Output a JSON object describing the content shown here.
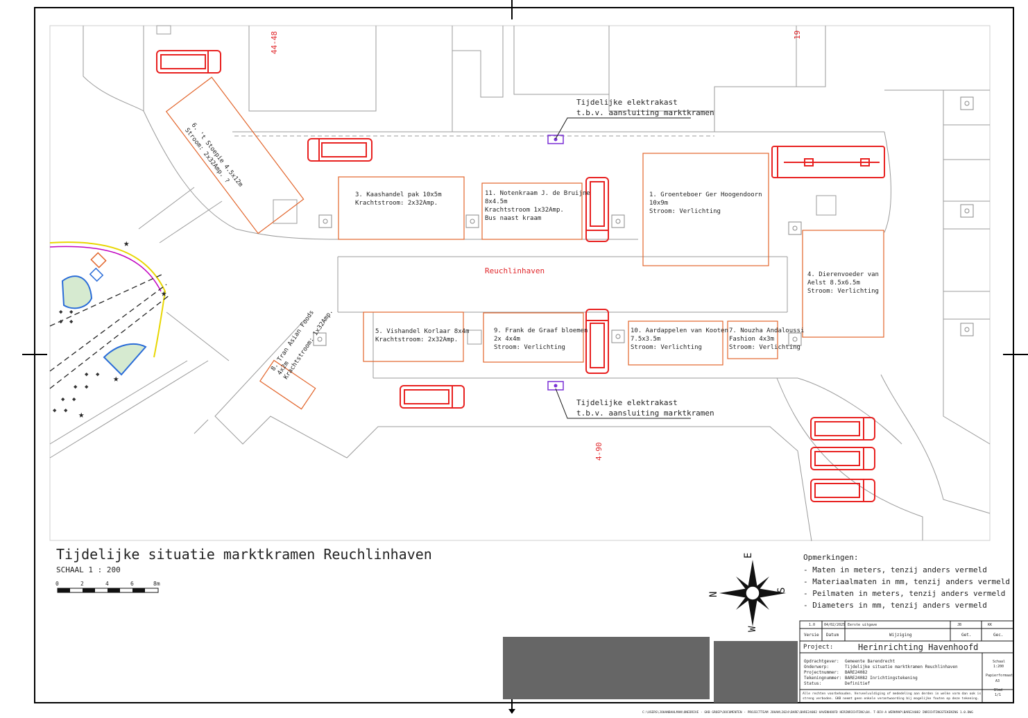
{
  "title": "Tijdelijke situatie marktkramen Reuchlinhaven",
  "scale_label": "SCHAAL 1 : 200",
  "scale_ticks": [
    "0",
    "2",
    "4",
    "6",
    "8m"
  ],
  "street_name": "Reuchlinhaven",
  "house_numbers": [
    "44-48",
    "19",
    "4-90"
  ],
  "elektrakast_notes": [
    {
      "line1": "Tijdelijke elektrakast",
      "line2": "t.b.v. aansluiting marktkramen"
    },
    {
      "line1": "Tijdelijke elektrakast",
      "line2": "t.b.v. aansluiting marktkramen"
    }
  ],
  "stalls": [
    {
      "lines": [
        "1. Groenteboer Ger Hoogendoorn",
        "10x9m",
        "Stroom: Verlichting"
      ]
    },
    {
      "lines": [
        "3. Kaashandel pak 10x5m",
        "Krachtstroom: 2x32Amp."
      ]
    },
    {
      "lines": [
        "11. Notenkraam J. de Bruijne",
        "8x4.5m",
        "Krachtstroom 1x32Amp.",
        "Bus naast kraam"
      ]
    },
    {
      "lines": [
        "4. Dierenvoeder van",
        "Aelst 8.5x6.5m",
        "Stroom: Verlichting"
      ]
    },
    {
      "lines": [
        "5. Vishandel Korlaar 8x4m",
        "Krachtstroom: 2x32Amp."
      ]
    },
    {
      "lines": [
        "9. Frank de Graaf bloemen",
        "2x 4x4m",
        "Stroom: Verlichting"
      ]
    },
    {
      "lines": [
        "10. Aardappelen van Kooten",
        "7.5x3.5m",
        "Stroom: Verlichting"
      ]
    },
    {
      "lines": [
        "7. Nouzha Andaloussi",
        "Fashion 4x3m",
        "Stroom: Verlichting"
      ]
    },
    {
      "lines": [
        "6. 't Stoepie 4.5x12m",
        "Stroom: 2x32Amp. ?"
      ]
    },
    {
      "lines": [
        "8. Tran Asian Foods",
        "4x2m",
        "Krachtstroom: 1x32Amp."
      ]
    }
  ],
  "remarks": {
    "heading": "Opmerkingen:",
    "items": [
      "- Maten in meters, tenzij anders vermeld",
      "- Materiaalmaten in mm, tenzij anders vermeld",
      "- Peilmaten in meters, tenzij anders vermeld",
      "- Diameters in mm, tenzij anders vermeld"
    ]
  },
  "compass": {
    "n": "N",
    "e": "E",
    "s": "S",
    "w": "W"
  },
  "title_block": {
    "revision_row": [
      "1.0",
      "04/02/2025",
      "Eerste uitgave",
      "JB",
      "KK"
    ],
    "revision_headers": [
      "Versie",
      "Datum",
      "Wijziging",
      "Get.",
      "Gec."
    ],
    "project_label": "Project:",
    "project_name": "Herinrichting Havenhoofd",
    "fields": [
      {
        "label": "Opdrachtgever:",
        "value": "Gemeente Barendrecht"
      },
      {
        "label": "Onderwerp:",
        "value": "Tijdelijke situatie marktkramen Reuchlinhaven"
      },
      {
        "label": "Projectnummer:",
        "value": "BARE24082"
      },
      {
        "label": "Tekeningnummer:",
        "value": "BARE24082 Inrichtingstekening"
      },
      {
        "label": "Status:",
        "value": "Definitief"
      }
    ],
    "side": [
      {
        "label": "Schaal",
        "value": "1:200"
      },
      {
        "label": "Papierformaat",
        "value": "A3"
      },
      {
        "label": "Blad",
        "value": "1/1"
      }
    ],
    "disclaimer1": "Alle rechten voorbehouden. Verveelvuldiging of mededeling aan derden in welke vorm dan ook is",
    "disclaimer2": "streng verboden. GKB neemt geen enkele verantwoording bij mogelijke fouten op deze tekening."
  },
  "file_path": "C:\\USERS\\JOHANBAHLMAN\\ONEDRIVE - GKB GROEP\\DOCUMENTEN - PROJECTTEAM JOHAN\\2024\\BARE\\BARE24082 HAVENHOOFD HERINRICHTING\\04. T-BIV-A WERKMAP\\BARE24082 INRICHTINGSTEKENING 1.0.DWG",
  "colors": {
    "stall": "#e2642a",
    "vehicle": "#e8201f",
    "label_red": "#e0262a",
    "power": "#7a2fd6"
  }
}
